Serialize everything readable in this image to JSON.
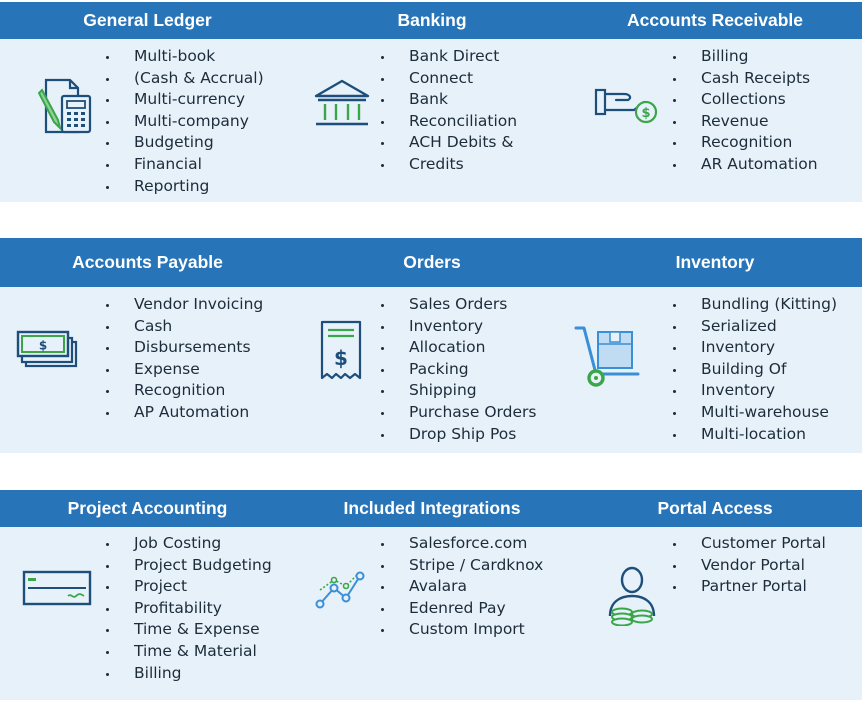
{
  "colors": {
    "header_bg": "#2874b8",
    "body_bg": "#e7f1fa",
    "icon_blue": "#1d4f7a",
    "icon_green": "#3aa648",
    "icon_light_blue": "#3a8fd6"
  },
  "rows": [
    {
      "columns": [
        {
          "title": "General Ledger",
          "icon": "calculator-pencil-icon",
          "items": [
            "Multi-book",
            "(Cash & Accrual)",
            "Multi-currency",
            "Multi-company",
            "Budgeting",
            "Financial",
            "Reporting"
          ]
        },
        {
          "title": "Banking",
          "icon": "bank-building-icon",
          "items": [
            "Bank Direct",
            "Connect",
            "Bank",
            "Reconciliation",
            "ACH Debits &",
            "Credits"
          ]
        },
        {
          "title": "Accounts Receivable",
          "icon": "hand-coin-icon",
          "items": [
            "Billing",
            "Cash Receipts",
            "Collections",
            "Revenue",
            "Recognition",
            "AR Automation"
          ]
        }
      ]
    },
    {
      "columns": [
        {
          "title": "Accounts Payable",
          "icon": "cash-stack-icon",
          "items": [
            "Vendor Invoicing",
            "Cash",
            "Disbursements",
            "Expense",
            "Recognition",
            "AP Automation"
          ]
        },
        {
          "title": "Orders",
          "icon": "receipt-dollar-icon",
          "items": [
            "Sales Orders",
            "Inventory",
            "Allocation",
            "Packing",
            "Shipping",
            "Purchase Orders",
            "Drop Ship Pos"
          ]
        },
        {
          "title": "Inventory",
          "icon": "hand-truck-box-icon",
          "items": [
            "Bundling (Kitting)",
            "Serialized",
            "Inventory",
            "Building Of",
            "Inventory",
            "Multi-warehouse",
            "Multi-location"
          ]
        }
      ]
    },
    {
      "columns": [
        {
          "title": "Project Accounting",
          "icon": "check-document-icon",
          "items": [
            "Job Costing",
            "Project Budgeting",
            "Project",
            "Profitability",
            "Time & Expense",
            "Time & Material",
            "Billing"
          ]
        },
        {
          "title": "Included Integrations",
          "icon": "line-graph-icon",
          "items": [
            "Salesforce.com",
            "Stripe / Cardknox",
            "Avalara",
            "Edenred Pay",
            "Custom  Import"
          ]
        },
        {
          "title": "Portal Access",
          "icon": "person-coins-icon",
          "items": [
            "Customer Portal",
            "Vendor Portal",
            "Partner Portal"
          ]
        }
      ]
    }
  ]
}
